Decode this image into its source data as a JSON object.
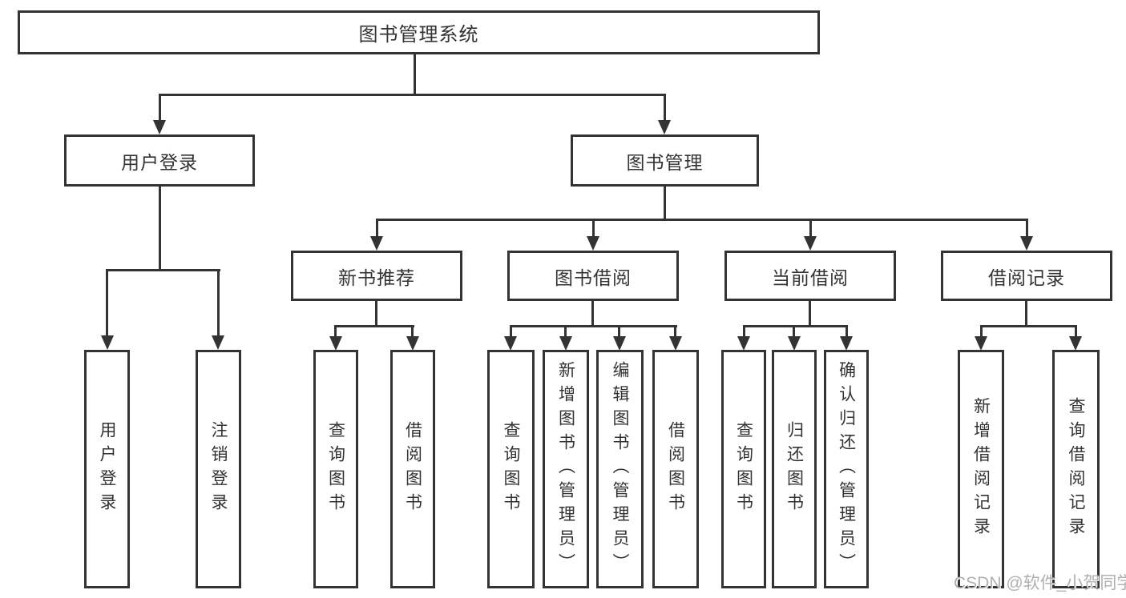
{
  "diagram": {
    "title_node": {
      "label": "图书管理系统"
    },
    "level2": [
      {
        "label": "用户登录"
      },
      {
        "label": "图书管理"
      }
    ],
    "level3": [
      {
        "label": "新书推荐"
      },
      {
        "label": "图书借阅"
      },
      {
        "label": "当前借阅"
      },
      {
        "label": "借阅记录"
      }
    ],
    "leaves": {
      "user_login": [
        {
          "label": "用户登录"
        },
        {
          "label": "注销登录"
        }
      ],
      "new_book": [
        {
          "label": "查询图书"
        },
        {
          "label": "借阅图书"
        }
      ],
      "book_borrow": [
        {
          "label": "查询图书"
        },
        {
          "label": "新增图书（管理员）"
        },
        {
          "label": "编辑图书（管理员）"
        },
        {
          "label": "借阅图书"
        }
      ],
      "current_borrow": [
        {
          "label": "查询图书"
        },
        {
          "label": "归还图书"
        },
        {
          "label": "确认归还（管理员）"
        }
      ],
      "borrow_records": [
        {
          "label": "新增借阅记录"
        },
        {
          "label": "查询借阅记录"
        }
      ]
    },
    "watermark": "CSDN @软件_小贺同学",
    "colors": {
      "line": "#333333",
      "text": "#333333",
      "watermark": "#b0b0b0",
      "background": "#ffffff"
    }
  }
}
